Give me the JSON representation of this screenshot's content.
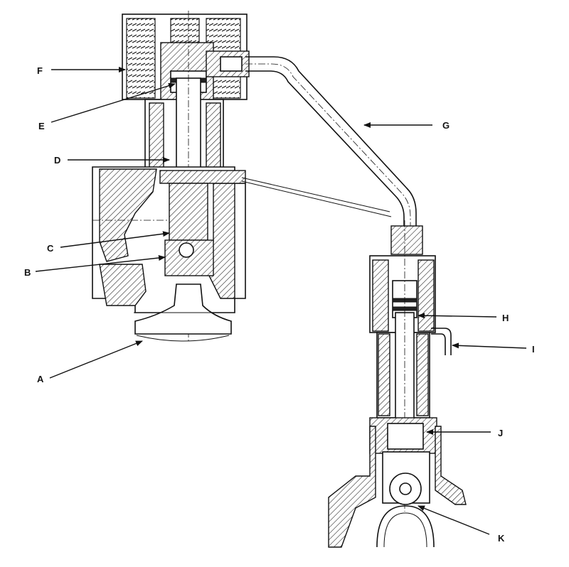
{
  "labels": {
    "A": "A",
    "B": "B",
    "C": "C",
    "D": "D",
    "E": "E",
    "F": "F",
    "G": "G",
    "H": "H",
    "I": "I",
    "J": "J",
    "K": "K"
  },
  "colors": {
    "ink": "#111111",
    "background": "#ffffff"
  }
}
